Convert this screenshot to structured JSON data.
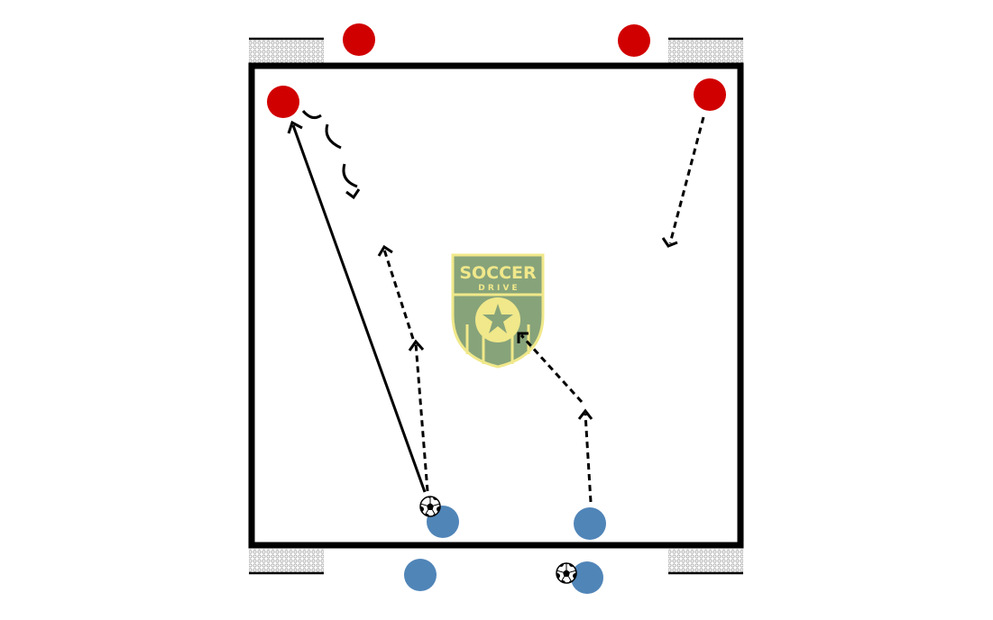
{
  "diagram": {
    "colors": {
      "red_team": "#d10000",
      "blue_team": "#5085b8",
      "field_border": "#000000",
      "goal_net": "#bdbdbd"
    },
    "logo": {
      "line1": "SOCCER",
      "line2": "D R I V E",
      "colors": {
        "green": "#87a37a",
        "yellow": "#f0e88a"
      }
    },
    "players": {
      "red": [
        "red-player",
        "red-player",
        "red-player",
        "red-player"
      ],
      "blue": [
        "blue-player",
        "blue-player",
        "blue-player",
        "blue-player"
      ]
    },
    "icons": {
      "ball": "soccer-ball-icon",
      "goal": "mini-goal-icon"
    }
  }
}
